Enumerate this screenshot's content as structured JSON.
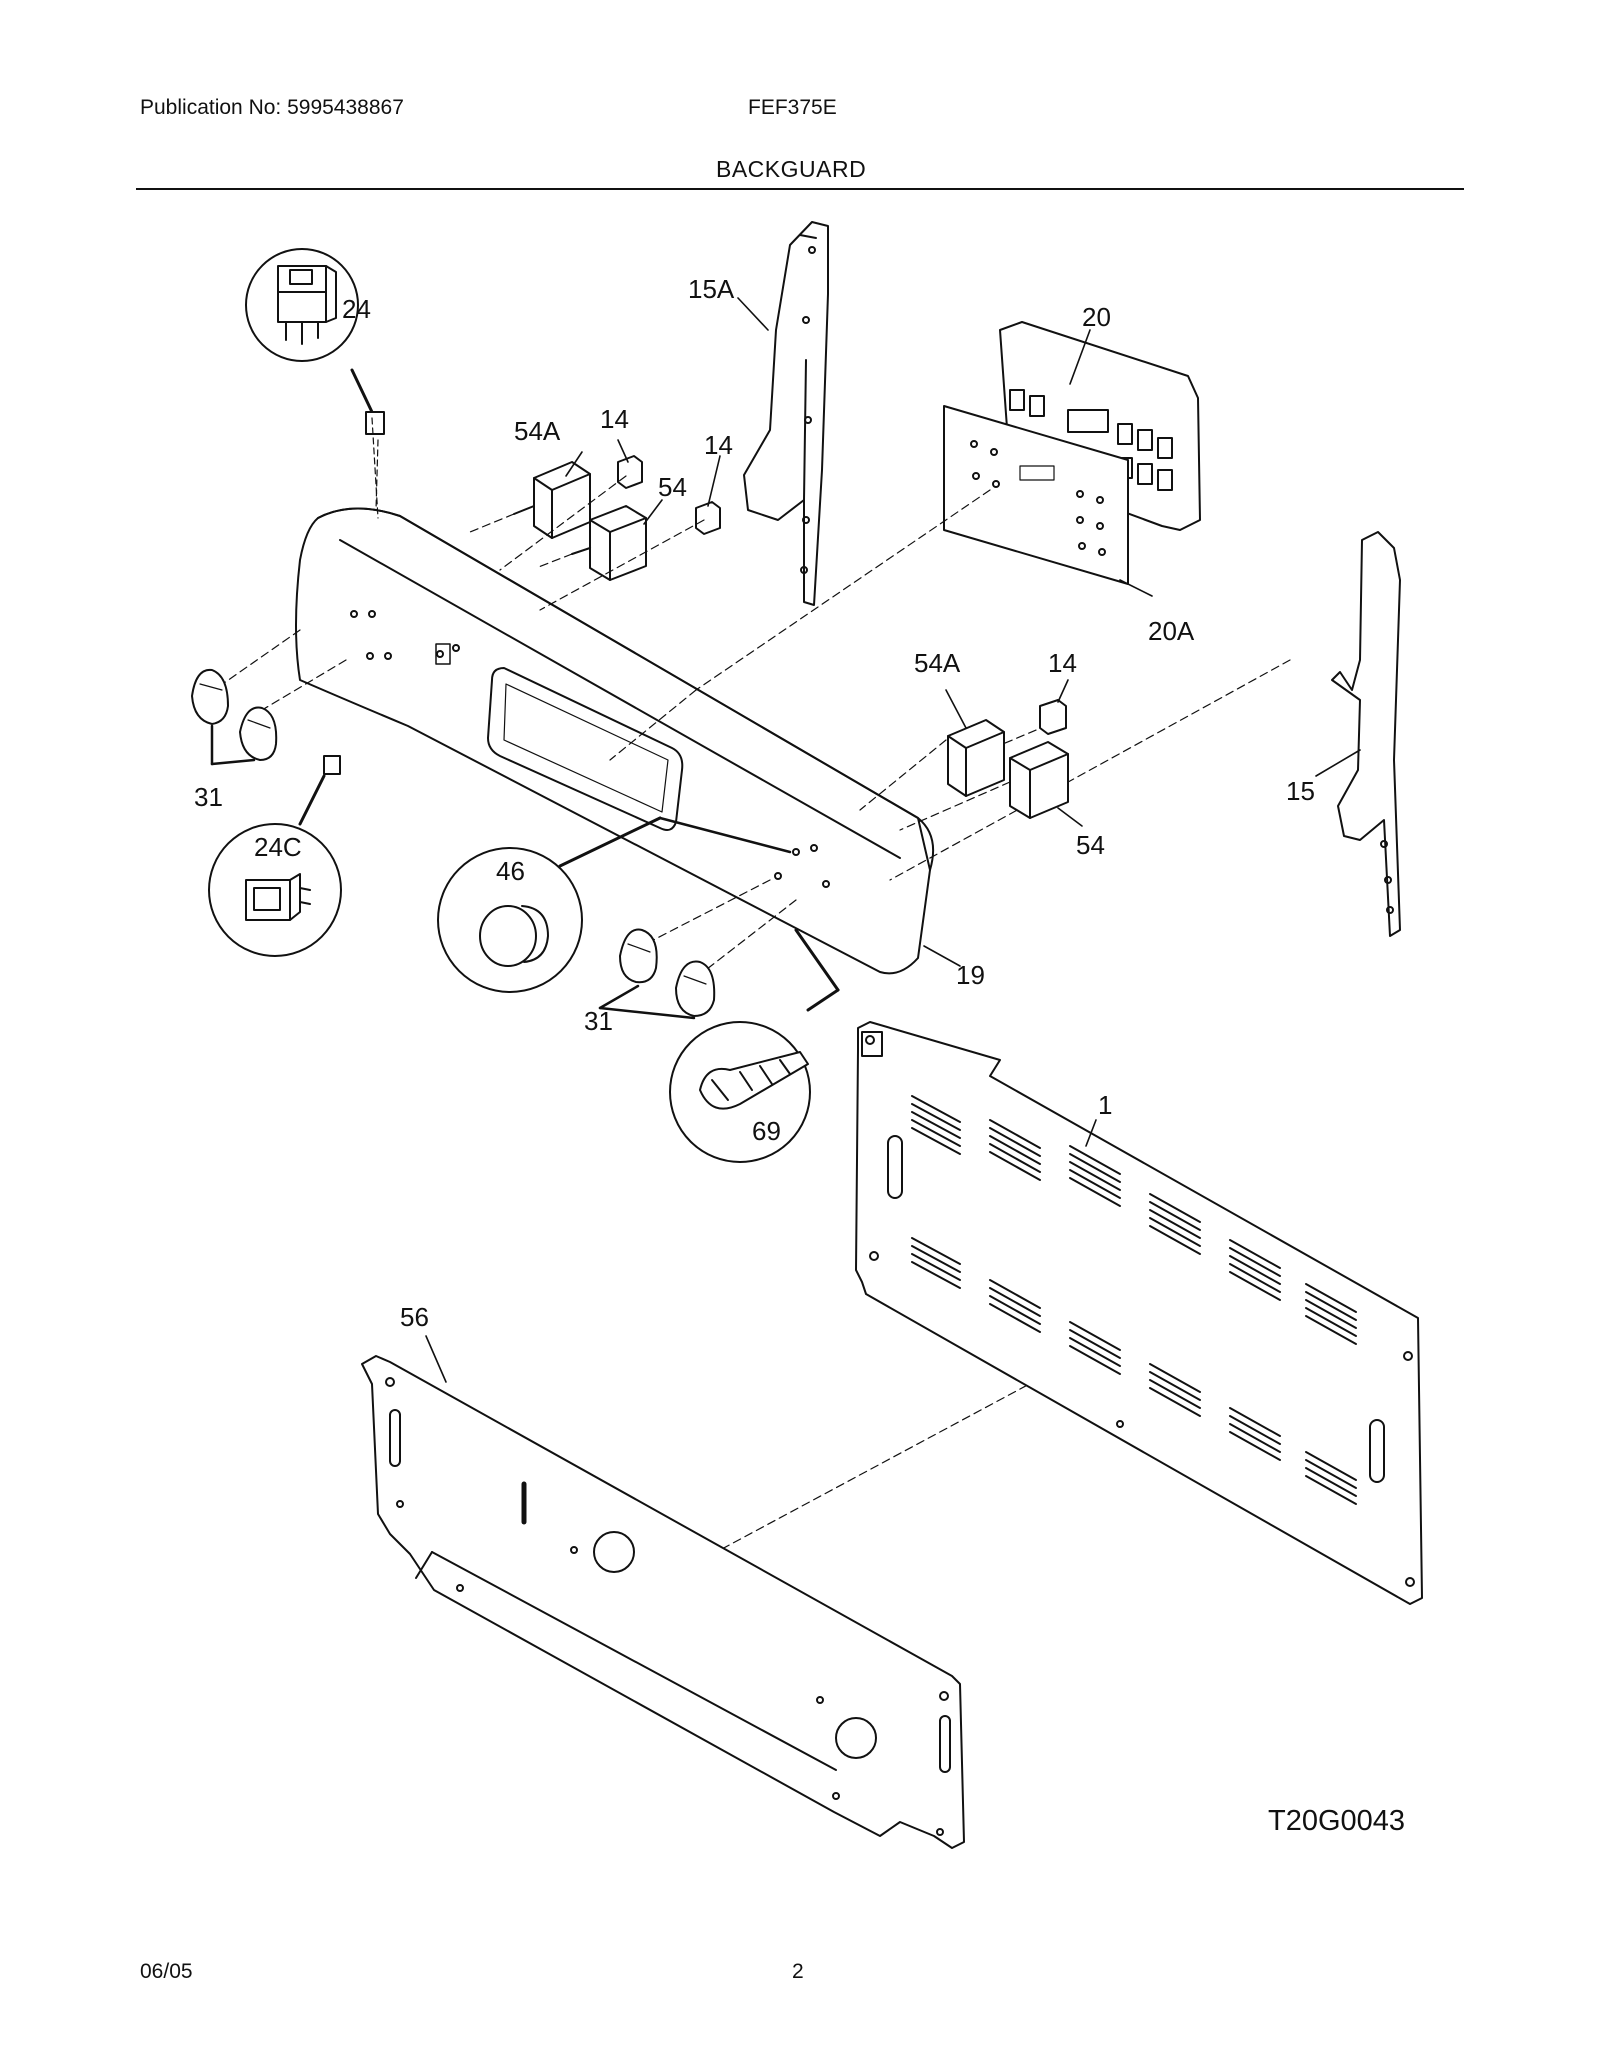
{
  "header": {
    "publication": "Publication No: 5995438867",
    "model": "FEF375E",
    "section_title": "BACKGUARD"
  },
  "parts": {
    "p24": "24",
    "p15A": "15A",
    "p20": "20",
    "p54A_left": "54A",
    "p14_a": "14",
    "p14_b": "14",
    "p54_left": "54",
    "p20A": "20A",
    "p54A_right": "54A",
    "p14_right": "14",
    "p15": "15",
    "p31_left": "31",
    "p24C": "24C",
    "p46": "46",
    "p54_right": "54",
    "p19": "19",
    "p31_bottom": "31",
    "p69": "69",
    "p1": "1",
    "p56": "56"
  },
  "drawing_id": "T20G0043",
  "footer": {
    "date": "06/05",
    "page": "2"
  }
}
